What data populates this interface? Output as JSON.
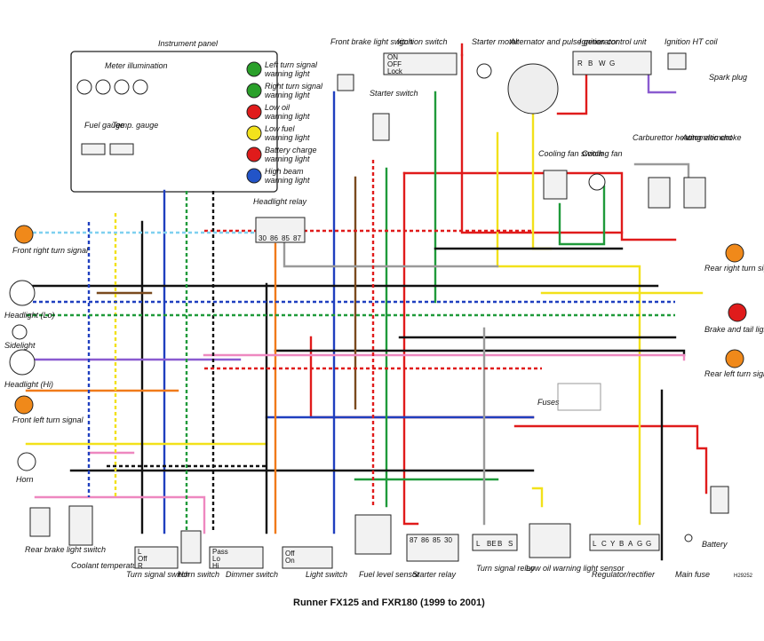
{
  "diagram": {
    "title": "Runner FX125 and FXR180 (1999 to 2001)",
    "ref": "H29252",
    "instrument_panel": {
      "label": "Instrument panel",
      "meter_illumination": "Meter illumination",
      "fuel_gauge": "Fuel gauge",
      "temp_gauge": "Temp. gauge",
      "lamps": [
        {
          "label": "Left turn signal warning light",
          "color": "#2aa02a"
        },
        {
          "label": "Right turn signal warning light",
          "color": "#2aa02a"
        },
        {
          "label": "Low oil warning light",
          "color": "#e01b1b"
        },
        {
          "label": "Low fuel warning light",
          "color": "#f3e21c"
        },
        {
          "label": "Battery charge warning light",
          "color": "#e01b1b"
        },
        {
          "label": "High beam warning light",
          "color": "#2254c8"
        }
      ]
    },
    "components": {
      "front_brake_switch": "Front brake light switch",
      "ignition_switch": "Ignition switch",
      "ignition_rows": [
        "ON",
        "OFF",
        "Lock"
      ],
      "starter_motor": "Starter motor",
      "alternator": "Alternator and pulse generator",
      "ignition_control_unit": "Ignition control unit",
      "icu_pins": [
        "R",
        "B",
        "W",
        "G"
      ],
      "ignition_coil": "Ignition HT coil",
      "spark_plug": "Spark plug",
      "starter_switch": "Starter switch",
      "headlight_relay": "Headlight relay",
      "relay_pins": [
        "30",
        "86",
        "85",
        "87"
      ],
      "cooling_fan_switch": "Cooling fan switch",
      "cooling_fan": "Cooling fan",
      "carb_heater": "Carburettor heating element",
      "auto_choke": "Automatic choke",
      "front_right_turn": "Front right turn signal",
      "headlight_lo": "Headlight (Lo)",
      "sidelight": "Sidelight",
      "headlight_hi": "Headlight (Hi)",
      "front_left_turn": "Front left turn signal",
      "horn": "Horn",
      "rear_right_turn": "Rear right turn signal",
      "brake_tail": "Brake and tail light",
      "rear_left_turn": "Rear left turn signal",
      "fuses": "Fuses",
      "battery": "Battery",
      "main_fuse": "Main fuse",
      "rear_brake_switch": "Rear brake light switch",
      "coolant_sensor": "Coolant temperature sensor",
      "turn_signal_switch": "Turn signal switch",
      "turn_rows": [
        "L",
        "Off",
        "R"
      ],
      "horn_switch": "Horn switch",
      "dimmer_switch": "Dimmer switch",
      "dimmer_rows": [
        "Pass",
        "Lo",
        "Hi"
      ],
      "light_switch": "Light switch",
      "light_rows": [
        "Off",
        "On"
      ],
      "fuel_level_sensor": "Fuel level sensor",
      "starter_relay": "Starter relay",
      "starter_relay_pins": [
        "87",
        "86",
        "85",
        "30"
      ],
      "turn_signal_relay": "Turn signal relay",
      "turn_relay_pins": [
        "L",
        "BE",
        "B",
        "S"
      ],
      "low_oil_sensor": "Low oil warning light sensor",
      "regulator": "Regulator/rectifier",
      "regulator_pins": [
        "L",
        "C",
        "Y",
        "B",
        "A",
        "G",
        "G"
      ]
    }
  },
  "colors": {
    "red": "#e01b1b",
    "green": "#1f9a3a",
    "blue": "#1f3fbf",
    "yellow": "#f2e11a",
    "black": "#111111",
    "brown": "#7a4a1e",
    "white": "#eeeeee",
    "orange": "#f07a1a",
    "pink": "#ee88c0",
    "violet": "#8a5bd0",
    "grey": "#9a9a9a",
    "lightblue": "#7fd0ef"
  }
}
